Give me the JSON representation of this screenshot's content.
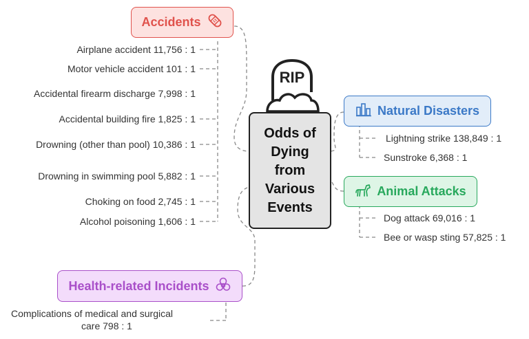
{
  "center": {
    "lines": [
      "Odds of",
      "Dying",
      "from",
      "Various",
      "Events"
    ],
    "tomb_label": "RIP"
  },
  "categories": {
    "accidents": {
      "label": "Accidents",
      "color": "#e0524c",
      "fill": "#fde2e0",
      "icon": "bandage-icon",
      "items": [
        "Airplane accident 11,756 : 1",
        "Motor vehicle accident 101 : 1",
        "Accidental firearm discharge 7,998 : 1",
        "Accidental building fire 1,825 : 1",
        "Drowning (other than pool) 10,386 : 1",
        "Drowning in swimming pool 5,882 : 1",
        "Choking on food 2,745 : 1",
        "Alcohol poisoning 1,606 : 1"
      ]
    },
    "natural_disasters": {
      "label": "Natural Disasters",
      "color": "#3b79c7",
      "fill": "#e2edf9",
      "icon": "city-icon",
      "items": [
        "Lightning strike 138,849 : 1",
        "Sunstroke 6,368 : 1"
      ]
    },
    "animal_attacks": {
      "label": "Animal Attacks",
      "color": "#27a85c",
      "fill": "#def5e6",
      "icon": "horse-icon",
      "items": [
        "Dog attack 69,016 : 1",
        "Bee or wasp sting 57,825 : 1"
      ]
    },
    "health": {
      "label": "Health-related Incidents",
      "color": "#a94fc9",
      "fill": "#f3dcfb",
      "icon": "biohazard-icon",
      "items": [
        "Complications of medical and surgical",
        "care 798 : 1"
      ]
    }
  }
}
